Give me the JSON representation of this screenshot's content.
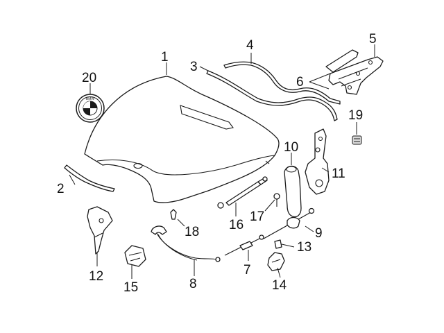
{
  "callouts": [
    {
      "id": "1",
      "label": "1"
    },
    {
      "id": "2",
      "label": "2"
    },
    {
      "id": "3",
      "label": "3"
    },
    {
      "id": "4",
      "label": "4"
    },
    {
      "id": "5",
      "label": "5"
    },
    {
      "id": "6",
      "label": "6"
    },
    {
      "id": "7",
      "label": "7"
    },
    {
      "id": "8",
      "label": "8"
    },
    {
      "id": "9",
      "label": "9"
    },
    {
      "id": "10",
      "label": "10"
    },
    {
      "id": "11",
      "label": "11"
    },
    {
      "id": "12",
      "label": "12"
    },
    {
      "id": "13",
      "label": "13"
    },
    {
      "id": "14",
      "label": "14"
    },
    {
      "id": "15",
      "label": "15"
    },
    {
      "id": "16",
      "label": "16"
    },
    {
      "id": "17",
      "label": "17"
    },
    {
      "id": "18",
      "label": "18"
    },
    {
      "id": "19",
      "label": "19"
    },
    {
      "id": "20",
      "label": "20"
    }
  ],
  "emblem": {
    "text": "BMW"
  }
}
